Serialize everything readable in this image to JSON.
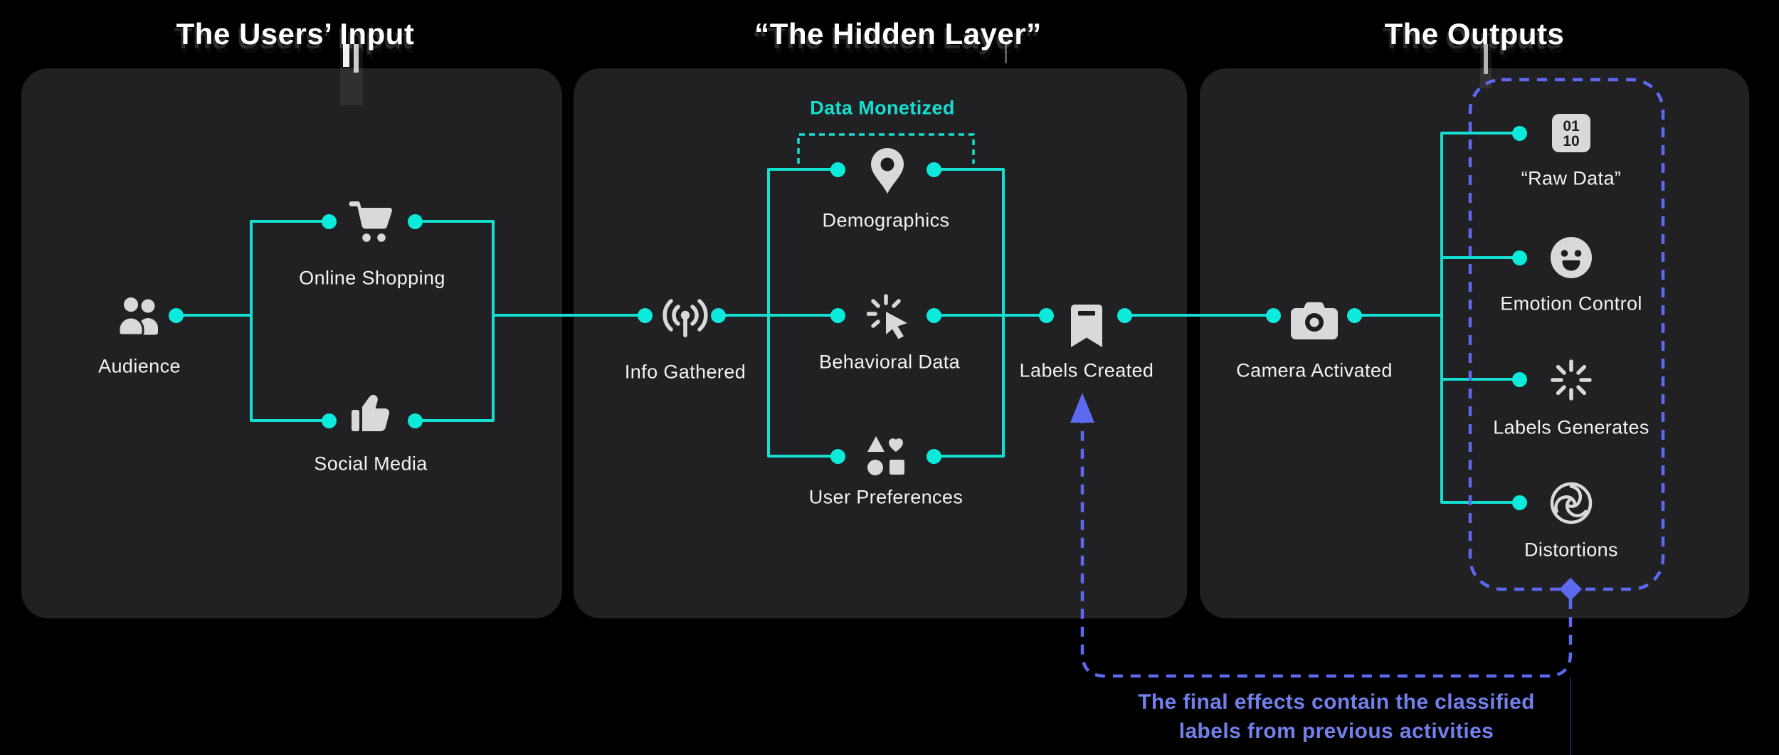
{
  "colors": {
    "background": "#000000",
    "panel": "#212124",
    "accent_teal": "#14dfd0",
    "dot_teal": "#0beadb",
    "accent_purple": "#5d6af0",
    "caption_purple": "#7280ec",
    "icon_light": "#d9d9d9",
    "icon_dark": "#1d1d20",
    "text_light": "#f2f2f2"
  },
  "panels": [
    {
      "title": "The Users’ Input"
    },
    {
      "title": "“The Hidden Layer”"
    },
    {
      "title": "The Outputs"
    }
  ],
  "nodes": {
    "audience": {
      "label": "Audience",
      "icon": "people-icon"
    },
    "online_shopping": {
      "label": "Online Shopping",
      "icon": "cart-icon"
    },
    "social_media": {
      "label": "Social Media",
      "icon": "thumbs-up-icon"
    },
    "info_gathered": {
      "label": "Info Gathered",
      "icon": "broadcast-icon"
    },
    "demographics": {
      "label": "Demographics",
      "icon": "location-pin-icon"
    },
    "behavioral_data": {
      "label": "Behavioral Data",
      "icon": "click-cursor-icon"
    },
    "user_preferences": {
      "label": "User Preferences",
      "icon": "shapes-icon"
    },
    "labels_created": {
      "label": "Labels Created",
      "icon": "bookmark-icon"
    },
    "camera_activated": {
      "label": "Camera Activated",
      "icon": "camera-icon"
    },
    "raw_data": {
      "label": "“Raw Data”",
      "icon": "binary-chip-icon"
    },
    "emotion_control": {
      "label": "Emotion Control",
      "icon": "smiley-icon"
    },
    "labels_generates": {
      "label": "Labels Generates",
      "icon": "spinner-icon"
    },
    "distortions": {
      "label": "Distortions",
      "icon": "pinwheel-icon"
    }
  },
  "badges": {
    "data_monetized": "Data Monetized"
  },
  "chip": {
    "line1": "01",
    "line2": "10"
  },
  "caption": {
    "line1": "The final effects contain the classified",
    "line2": "labels from previous activities"
  }
}
